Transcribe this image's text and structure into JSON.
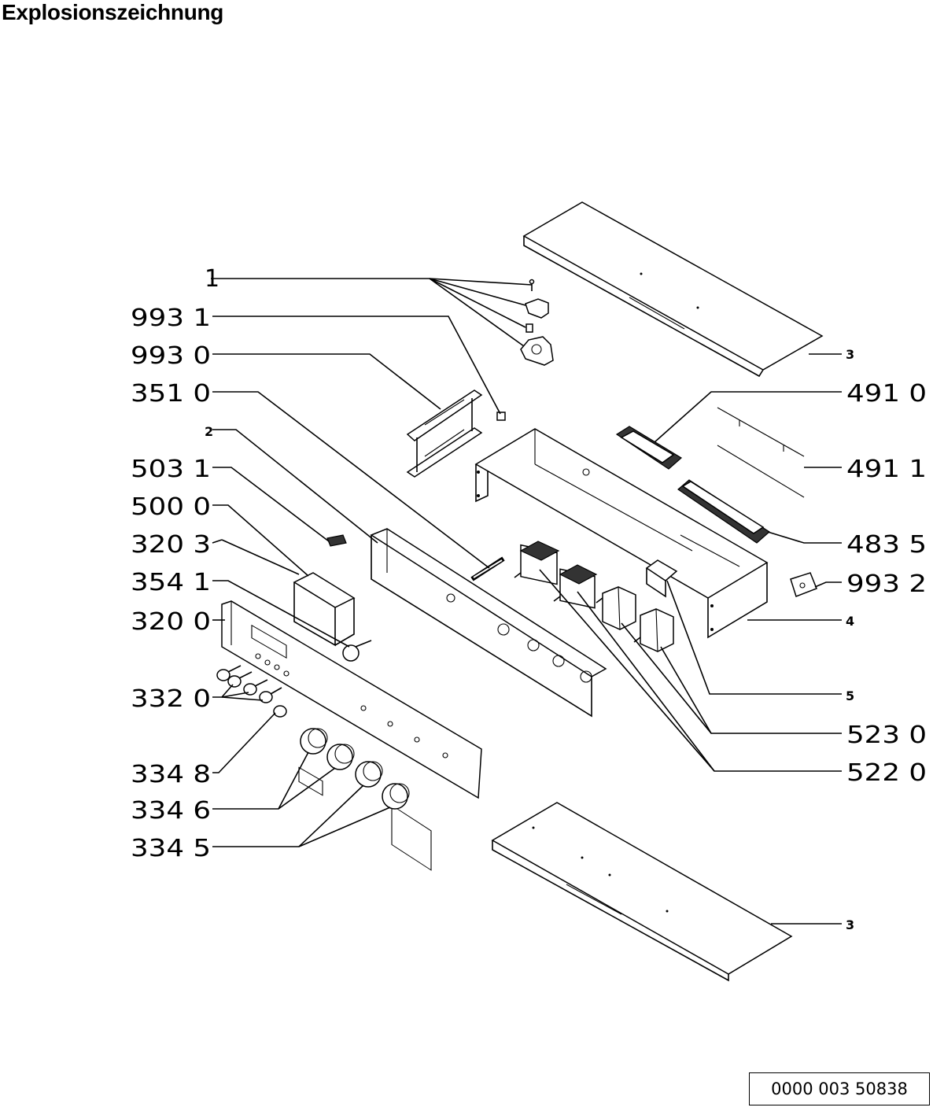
{
  "title": "Explosionszeichnung",
  "document_number": "0000 003 50838",
  "callouts": {
    "c1": "1",
    "c9931": "993 1",
    "c9930": "993 0",
    "c3510": "351 0",
    "c2": "2",
    "c5031": "503 1",
    "c5000": "500 0",
    "c3203": "320 3",
    "c3541": "354 1",
    "c3200": "320 0",
    "c3320": "332 0",
    "c3348": "334 8",
    "c3346": "334 6",
    "c3345": "334 5",
    "c3a": "3",
    "c4910": "491 0",
    "c4911": "491 1",
    "c4835": "483 5",
    "c9932": "993 2",
    "c4": "4",
    "c5": "5",
    "c5230": "523 0",
    "c5220": "522 0",
    "c3b": "3"
  }
}
